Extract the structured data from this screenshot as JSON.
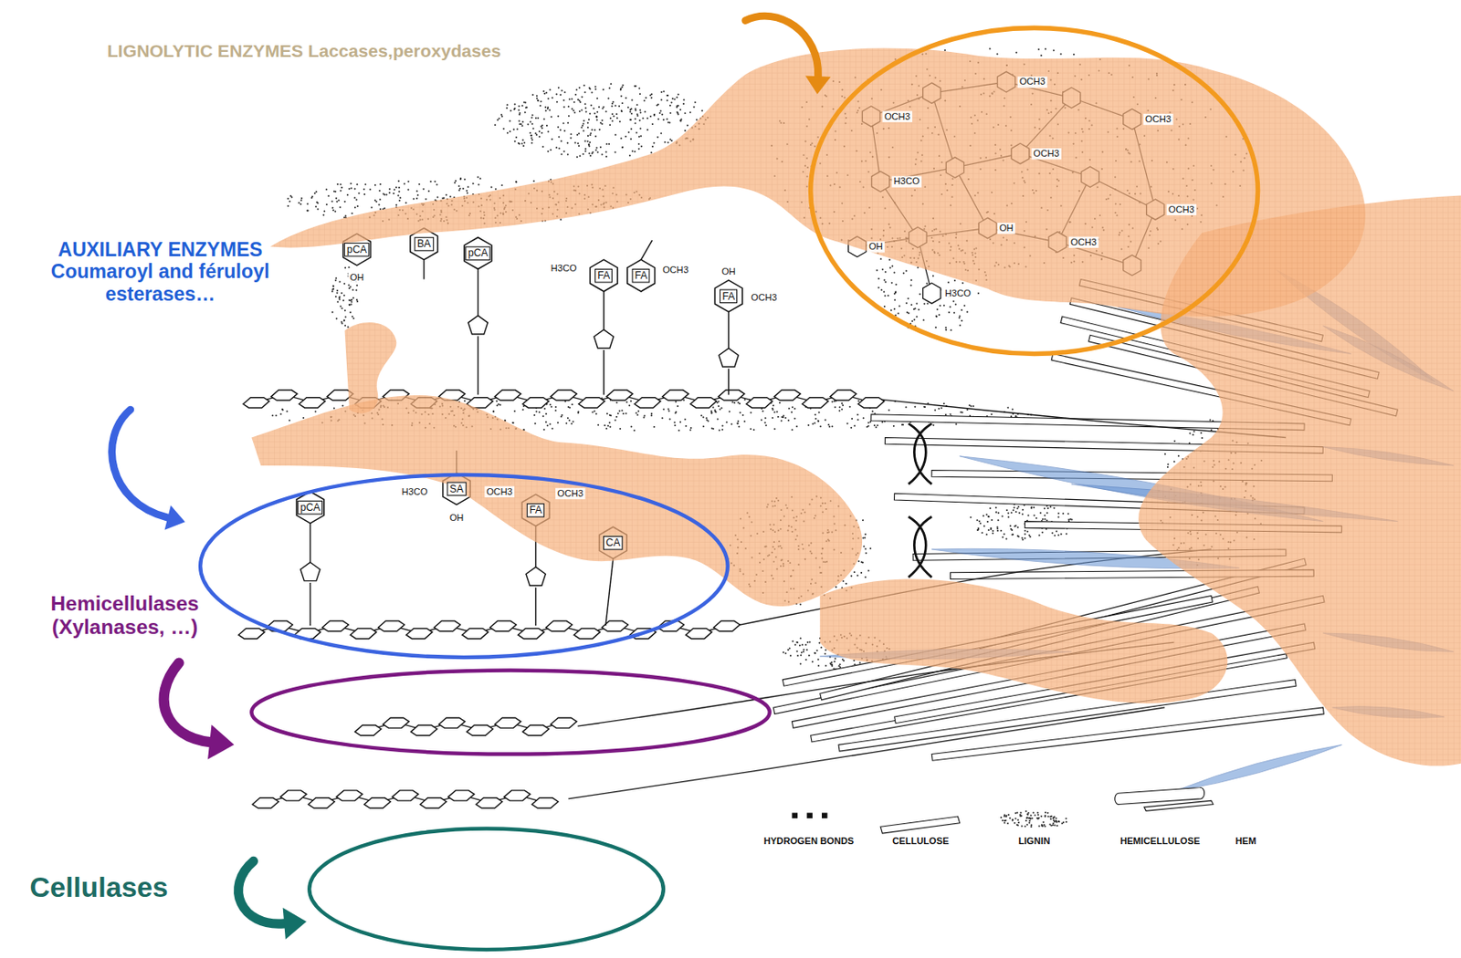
{
  "diagram": {
    "labels": [
      "LIGNOLYTIC ENZYMES Laccases,peroxydases",
      "AUXILIARY ENZYMES Coumaroyl and féruloyl esterases…",
      "Hemicellulases (Xylanases, …)",
      "Cellulases",
      "pCA",
      "BA",
      "pCA",
      "FA",
      "FA",
      "FA",
      "pCA",
      "SA",
      "FA",
      "CA",
      "H3CO",
      "OCH3",
      "OH",
      "OCH3",
      "OH",
      "H3CO",
      "OCH3",
      "OH",
      "OCH3",
      "OCH3",
      "OCH3",
      "OCH3",
      "H3CO",
      "OCH3",
      "OCH3",
      "OH",
      "OCH3",
      "OH",
      "H3CO"
    ],
    "legend": [
      {
        "text": "HYDROGEN BONDS"
      },
      {
        "text": "CELLULOSE"
      },
      {
        "text": "LIGNIN"
      },
      {
        "text": "HEMICELLULOSE"
      },
      {
        "text": "HEM"
      }
    ]
  }
}
